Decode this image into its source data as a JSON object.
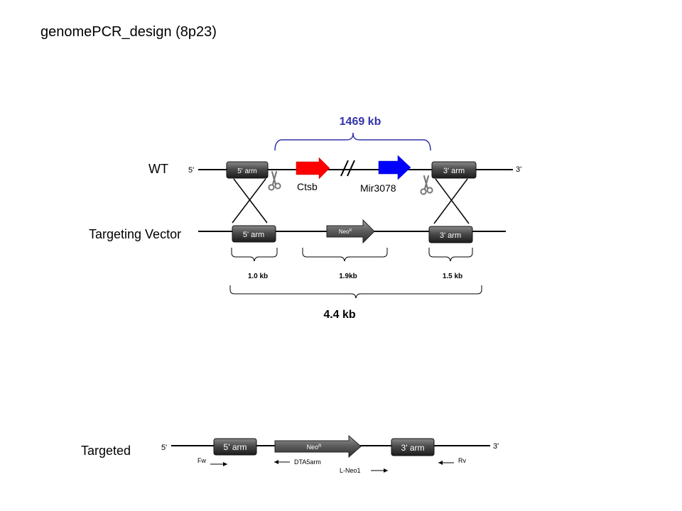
{
  "title": "genomePCR_design (8p23)",
  "colors": {
    "accent_blue_text": "#3333aa",
    "ctsb": "#ff0000",
    "mir3078": "#0000ff"
  },
  "wt": {
    "label": "WT",
    "five_prime": "5'",
    "three_prime": "3'",
    "span_label": "1469 kb",
    "arm5": "5' arm",
    "arm3": "3' arm",
    "gene1": "Ctsb",
    "gene2": "Mir3078",
    "cut_icon": "scissors-icon"
  },
  "vector": {
    "label": "Targeting Vector",
    "arm5": "5' arm",
    "neo": "Neo",
    "neo_sup": "R",
    "arm3": "3' arm",
    "size_arm5": "1.0 kb",
    "size_neo": "1.9kb",
    "size_arm3": "1.5 kb",
    "total": "4.4 kb"
  },
  "targeted": {
    "label": "Targeted",
    "five_prime": "5'",
    "three_prime": "3'",
    "arm5": "5' arm",
    "neo": "Neo",
    "neo_sup": "R",
    "arm3": "3' arm",
    "primers": [
      "Fw",
      "DTA5arm",
      "L-Neo1",
      "Rv"
    ]
  }
}
